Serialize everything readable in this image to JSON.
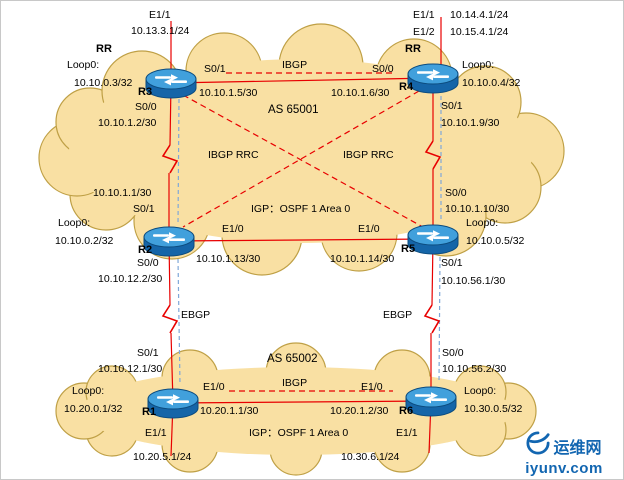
{
  "palette": {
    "link_red": "#E80000",
    "session_blue": "#7FA8D9",
    "cloud_fill": "#F9E0A3",
    "cloud_stroke": "#BFA046",
    "brand_blue": "#1266B1"
  },
  "clouds": {
    "as65001": {
      "label": "AS 65001",
      "igp": "IGP：OSPF 1 Area 0"
    },
    "as65002": {
      "label": "AS 65002",
      "igp": "IGP：OSPF 1 Area 0"
    }
  },
  "sessions": {
    "ibgp_top": "IBGP",
    "ibgp_rrc_left": "IBGP RRC",
    "ibgp_rrc_right": "IBGP RRC",
    "ebgp_left": "EBGP",
    "ebgp_right": "EBGP",
    "ibgp_bottom": "IBGP"
  },
  "routers": {
    "r3": {
      "name": "R3",
      "role": "RR",
      "loopback_label": "Loop0:",
      "loopback_ip": "10.10.0.3/32",
      "if_up": "E1/1",
      "if_up_ip": "10.13.3.1/24",
      "if_right": "S0/1",
      "if_right_ip": "10.10.1.5/30",
      "if_down": "S0/0",
      "if_down_ip": "10.10.1.2/30"
    },
    "r4": {
      "name": "R4",
      "role": "RR",
      "loopback_label": "Loop0:",
      "loopback_ip": "10.10.0.4/32",
      "if_up1": "E1/1",
      "if_up1_ip": "10.14.4.1/24",
      "if_up2": "E1/2",
      "if_up2_ip": "10.15.4.1/24",
      "if_left": "S0/0",
      "if_left_ip": "10.10.1.6/30",
      "if_down": "S0/1",
      "if_down_ip": "10.10.1.9/30"
    },
    "r2": {
      "name": "R2",
      "loopback_label": "Loop0:",
      "loopback_ip": "10.10.0.2/32",
      "if_up": "S0/1",
      "if_up_ip": "10.10.1.1/30",
      "if_right": "E1/0",
      "if_right_ip": "10.10.1.13/30",
      "if_down": "S0/0",
      "if_down_ip": "10.10.12.2/30"
    },
    "r5": {
      "name": "R5",
      "loopback_label": "Loop0:",
      "loopback_ip": "10.10.0.5/32",
      "if_up": "S0/0",
      "if_up_ip": "10.10.1.10/30",
      "if_left": "E1/0",
      "if_left_ip": "10.10.1.14/30",
      "if_down": "S0/1",
      "if_down_ip": "10.10.56.1/30"
    },
    "r1": {
      "name": "R1",
      "loopback_label": "Loop0:",
      "loopback_ip": "10.20.0.1/32",
      "if_up": "S0/1",
      "if_up_ip": "10.10.12.1/30",
      "if_right": "E1/0",
      "if_right_ip": "10.20.1.1/30",
      "if_down": "E1/1",
      "if_down_ip": "10.20.5.1/24"
    },
    "r6": {
      "name": "R6",
      "loopback_label": "Loop0:",
      "loopback_ip": "10.30.0.5/32",
      "if_up": "S0/0",
      "if_up_ip": "10.10.56.2/30",
      "if_left": "E1/0",
      "if_left_ip": "10.20.1.2/30",
      "if_down": "E1/1",
      "if_down_ip": "10.30.6.1/24"
    }
  },
  "watermark": {
    "brand": "运维网",
    "site": "iyunv.com"
  }
}
